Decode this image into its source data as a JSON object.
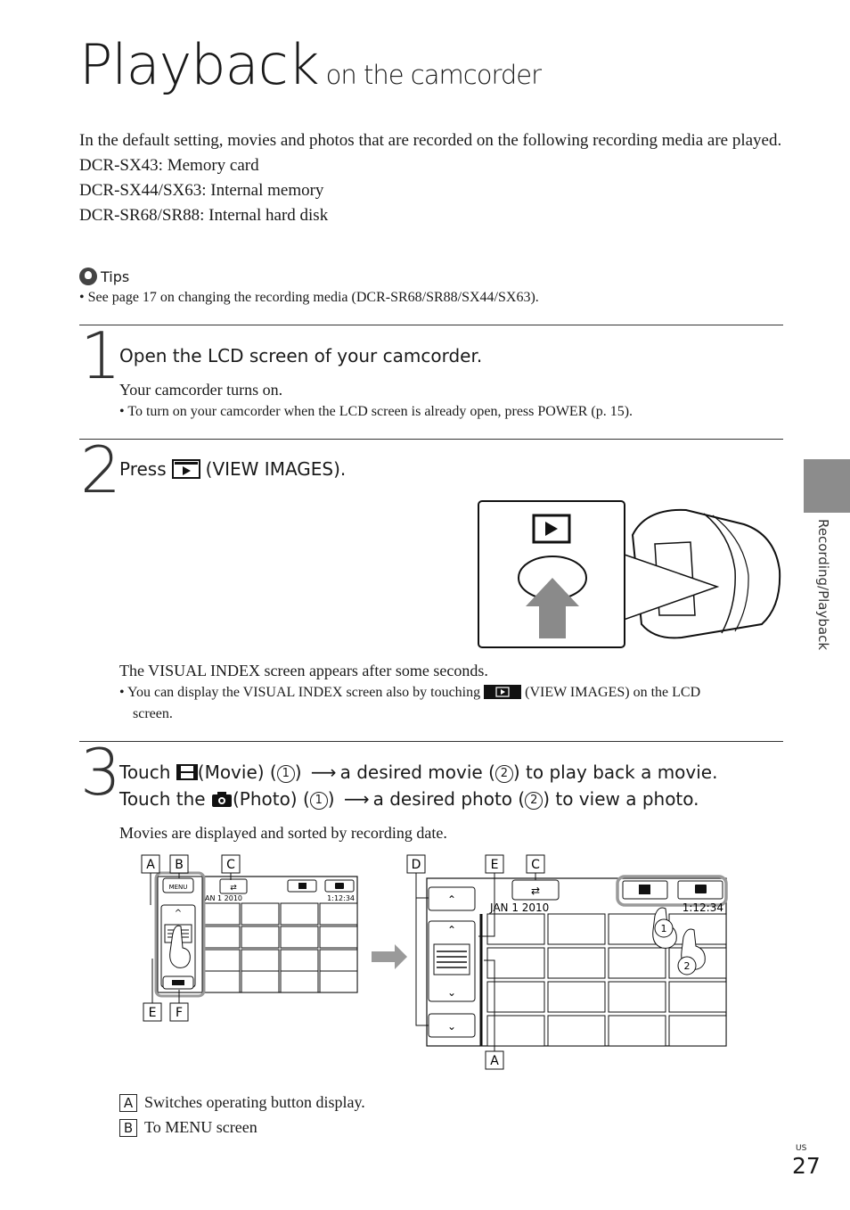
{
  "title": {
    "main": "Playback",
    "sub": "on the camcorder"
  },
  "intro": [
    "In the default setting, movies and photos that are recorded on the following recording media are played.",
    "DCR-SX43: Memory card",
    "DCR-SX44/SX63: Internal memory",
    "DCR-SR68/SR88: Internal hard disk"
  ],
  "tips": {
    "label": "Tips",
    "bullet": "See page 17 on changing the recording media (DCR-SR68/SR88/SX44/SX63)."
  },
  "step1": {
    "num": "1",
    "heading": "Open the LCD screen of your camcorder.",
    "body": "Your camcorder turns on.",
    "bullet": "To turn on your camcorder when the LCD screen is already open, press POWER (p. 15)."
  },
  "step2": {
    "num": "2",
    "heading_pre": "Press",
    "heading_post": "(VIEW IMAGES).",
    "body": "The VISUAL INDEX screen appears after some seconds.",
    "bullet_pre": "You can display the VISUAL INDEX screen also by touching",
    "bullet_post": "(VIEW IMAGES) on the LCD",
    "bullet_cont": "screen."
  },
  "step3": {
    "num": "3",
    "line1": {
      "a": "Touch",
      "b": "(Movie) (",
      "c": ")",
      "d": "a desired movie (",
      "e": ") to play back a movie."
    },
    "line2": {
      "a": "Touch the",
      "b": "(Photo) (",
      "c": ")",
      "d": "a desired photo (",
      "e": ") to view a photo."
    },
    "circle1": "1",
    "circle2": "2",
    "body": "Movies are displayed and sorted by recording date."
  },
  "diagram": {
    "labels": {
      "A": "A",
      "B": "B",
      "C": "C",
      "D": "D",
      "E": "E",
      "F": "F"
    },
    "menu_text": "MENU",
    "date_small": "AN 1 2010",
    "time_small": "1:12:34",
    "date_large": "JAN 1 2010",
    "time_large": "1:12:34",
    "circle1": "1",
    "circle2": "2"
  },
  "legend": [
    {
      "letter": "A",
      "text": "Switches operating button display."
    },
    {
      "letter": "B",
      "text": "To MENU screen"
    }
  ],
  "side_label": "Recording/Playback",
  "page": {
    "region": "US",
    "number": "27"
  }
}
